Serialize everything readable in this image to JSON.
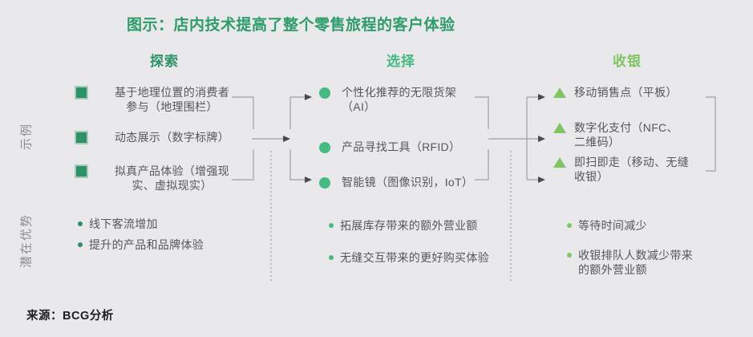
{
  "title": "图示：店内技术提高了整个零售旅程的客户体验",
  "source": "来源：BCG分析",
  "row_labels": {
    "examples": "示例",
    "benefits": "潜在优势"
  },
  "colors": {
    "background": "#E9E8EB",
    "title_green": "#2E9C6A",
    "stage1": "#2D9266",
    "stage2": "#45BA82",
    "stage3": "#7FC565",
    "text": "#57575B",
    "muted": "#8B8B90",
    "line": "#9EA0A5",
    "arrow": "#4A4A4E",
    "source": "#202024"
  },
  "stages": [
    {
      "name": "探索",
      "bullet_icon": "square",
      "examples": [
        "基于地理位置的消费者\n参与（地理围栏）",
        "动态展示（数字标牌）",
        "拟真产品体验（增强现\n实、虚拟现实）"
      ],
      "benefits": [
        "线下客流增加",
        "提升的产品和品牌体验"
      ]
    },
    {
      "name": "选择",
      "bullet_icon": "circle",
      "examples": [
        "个性化推荐的无限货架\n（AI）",
        "产品寻找工具（RFID）",
        "智能镜（图像识别，IoT）"
      ],
      "benefits": [
        "拓展库存带来的额外营业额",
        "无缝交互带来的更好购买体验"
      ]
    },
    {
      "name": "收银",
      "bullet_icon": "triangle",
      "examples": [
        "移动销售点（平板）",
        "数字化支付（NFC、\n二维码）",
        "即扫即走（移动、无缝\n收银）"
      ],
      "benefits": [
        "等待时间减少",
        "收银排队人数减少带来\n的额外营业额"
      ]
    }
  ]
}
